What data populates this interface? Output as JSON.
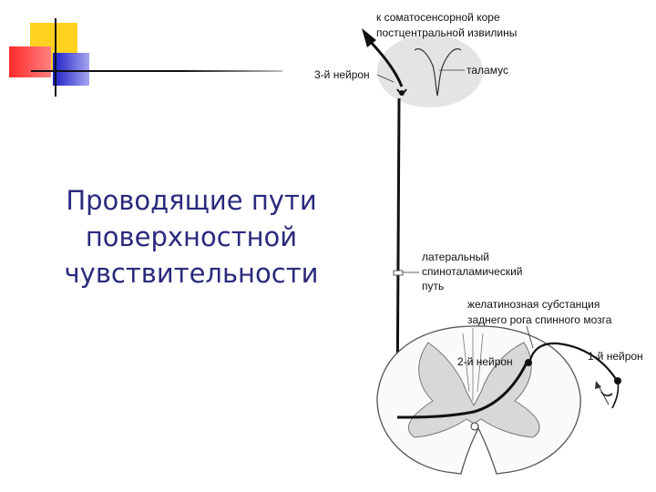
{
  "slide": {
    "title_lines": [
      "Проводящие пути",
      "поверхностной",
      "чувствительности"
    ]
  },
  "diagram": {
    "labels": {
      "cortex_line1": "к соматосенсорной коре",
      "cortex_line2": "постцентральной извилины",
      "thalamus": "таламус",
      "neuron3": "3-й нейрон",
      "tract_line1": "латеральный",
      "tract_line2": "спиноталамический",
      "tract_line3": "путь",
      "gel_line1": "желатинозная субстанция",
      "gel_line2": "заднего рога спинного мозга",
      "neuron2": "2-й нейрон",
      "neuron1": "1-й нейрон"
    }
  },
  "colors": {
    "title": "#2a2a7e",
    "yellow": "#ffd21f",
    "red": "#ff3b3b",
    "blue": "#2b2bd6",
    "gray_matter": "#d8d8d8"
  }
}
